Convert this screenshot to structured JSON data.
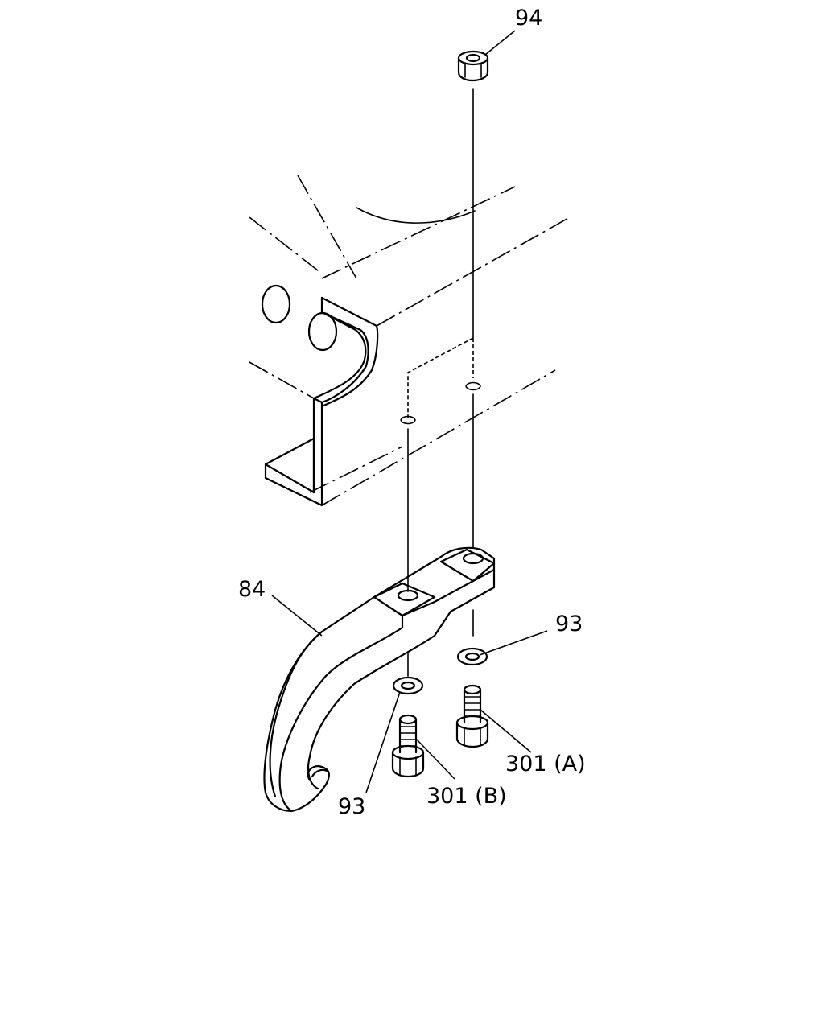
{
  "labels": {
    "nut": "94",
    "bracket": "84",
    "washer_right": "93",
    "washer_left": "93",
    "bolt_a": "301 (A)",
    "bolt_b": "301 (B)"
  }
}
